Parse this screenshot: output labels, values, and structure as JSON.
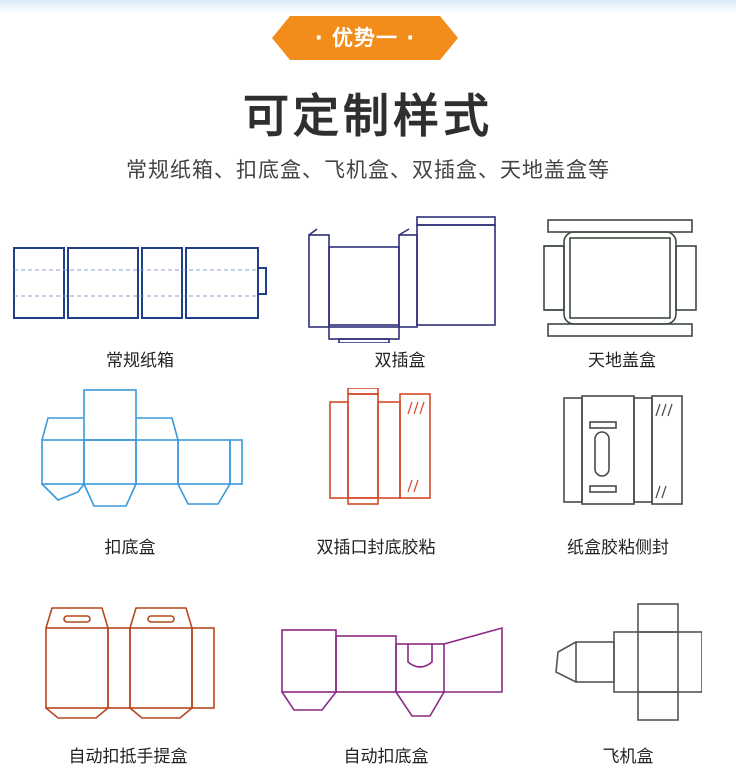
{
  "banner": {
    "label": "· 优势一 ·",
    "color": "#f28c1a"
  },
  "title": "可定制样式",
  "subtitle": "常规纸箱、扣底盒、飞机盒、双插盒、天地盖盒等",
  "items": [
    {
      "label": "常规纸箱",
      "icon": "regular-carton-die-line",
      "color": "#1f3f8a"
    },
    {
      "label": "双插盒",
      "icon": "double-tuck-box-die-line",
      "color": "#2e2f7a"
    },
    {
      "label": "天地盖盒",
      "icon": "lid-and-base-box-die-line",
      "color": "#3f4a3f"
    },
    {
      "label": "扣底盒",
      "icon": "lock-bottom-box-die-line",
      "color": "#3a9ad9"
    },
    {
      "label": "双插口封底胶粘",
      "icon": "double-tuck-glued-bottom-die-line",
      "color": "#d44a2a"
    },
    {
      "label": "纸盒胶粘侧封",
      "icon": "side-glued-carton-die-line",
      "color": "#4a4a4a"
    },
    {
      "label": "自动扣抵手提盒",
      "icon": "auto-lock-handle-box-die-line",
      "color": "#b8471e"
    },
    {
      "label": "自动扣底盒",
      "icon": "auto-lock-bottom-box-die-line",
      "color": "#8a2a86"
    },
    {
      "label": "飞机盒",
      "icon": "mailer-box-die-line",
      "color": "#555555"
    }
  ]
}
